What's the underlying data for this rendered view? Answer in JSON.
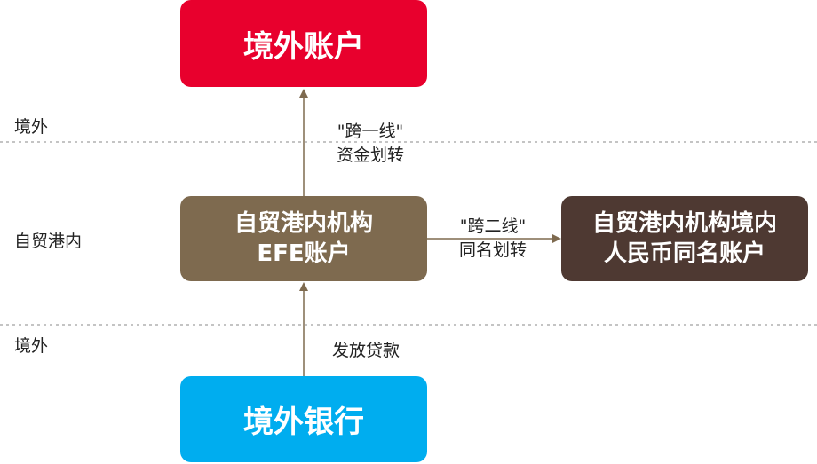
{
  "zones": {
    "upper_offshore": "境外",
    "ftz": "自贸港内",
    "lower_offshore": "境外"
  },
  "boxes": {
    "top": "境外账户",
    "middle": {
      "line1": "自贸港内机构",
      "line2": "EFE账户"
    },
    "right": {
      "line1": "自贸港内机构境内",
      "line2": "人民币同名账户"
    },
    "bottom": "境外银行"
  },
  "flows": {
    "up": {
      "line1": "\"跨一线\"",
      "line2": "资金划转"
    },
    "right": {
      "line1": "\"跨二线\"",
      "line2": "同名划转"
    },
    "bottom": "发放贷款"
  },
  "colors": {
    "top_box": "#e8002d",
    "middle_box": "#7e6a4f",
    "right_box": "#4e3932",
    "bottom_box": "#00adef",
    "arrow": "#7e6a4f",
    "divider": "#888888"
  }
}
